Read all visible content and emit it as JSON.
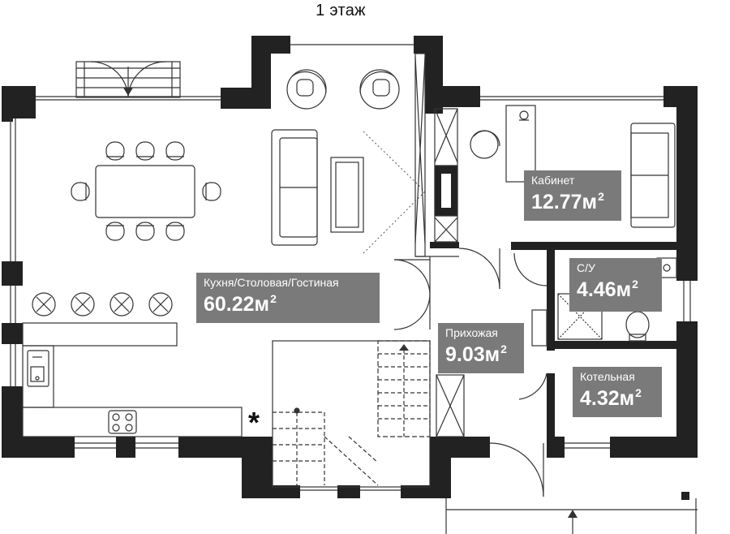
{
  "floor_title": "1 этаж",
  "rooms": {
    "living": {
      "name": "Кухня/Столовая/Гостиная",
      "area": "60.22м",
      "unit_sup": "2"
    },
    "office": {
      "name": "Кабинет",
      "area": "12.77м",
      "unit_sup": "2"
    },
    "bathroom": {
      "name": "С/У",
      "area": "4.46м",
      "unit_sup": "2"
    },
    "hallway": {
      "name": "Прихожая",
      "area": "9.03м",
      "unit_sup": "2"
    },
    "boiler": {
      "name": "Котельная",
      "area": "4.32м",
      "unit_sup": "2"
    }
  },
  "colors": {
    "wall": "#222222",
    "tag_background": "#7a7a7a",
    "tag_text": "#ffffff",
    "line": "#333333"
  },
  "icons": {
    "chimney_marker": "asterisk-icon"
  }
}
